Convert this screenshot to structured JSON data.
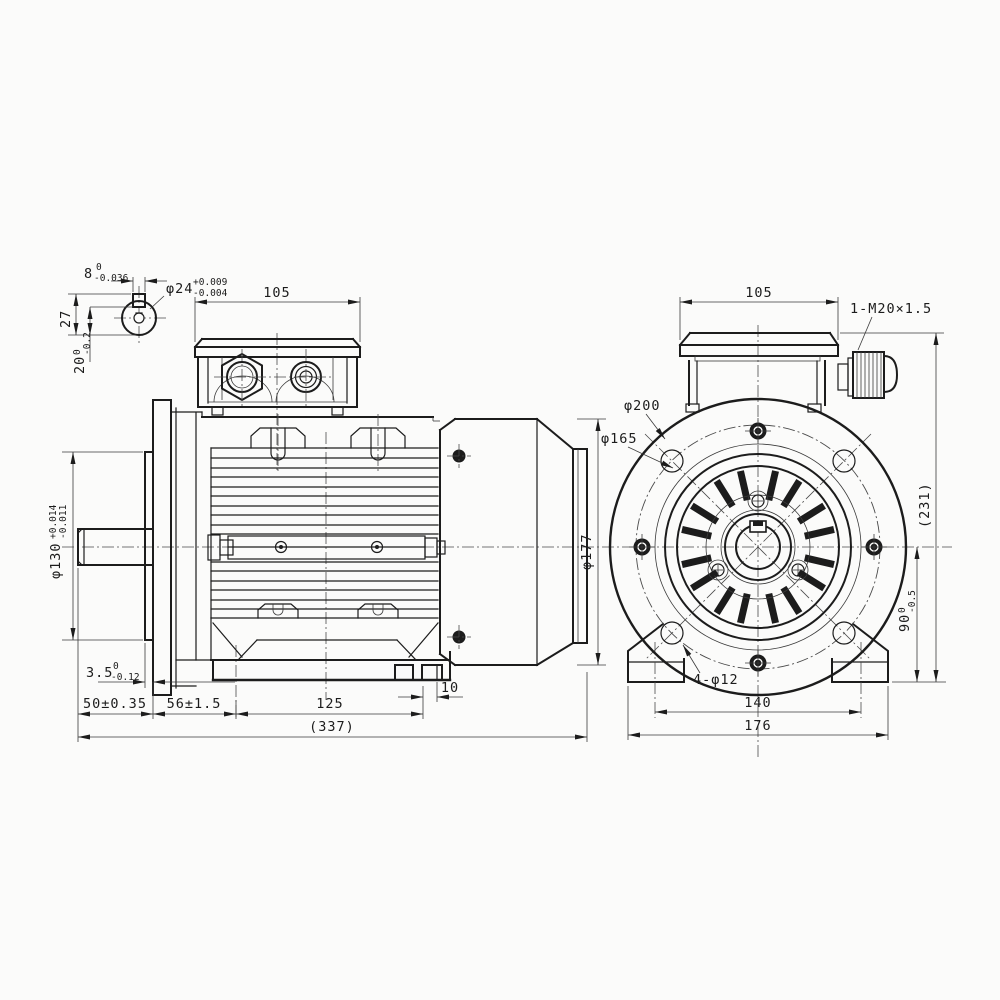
{
  "drawing": {
    "background": "#fbfbfa",
    "ink": "#1c1c1c",
    "shaft_section": {
      "key_width": {
        "v": "8",
        "hi": "0",
        "lo": "-0.036"
      },
      "height": "27",
      "shaft_dia": {
        "v": "φ24",
        "hi": "+0.009",
        "lo": "-0.004"
      },
      "key_depth": {
        "v": "20",
        "hi": "0",
        "lo": "-0.2"
      }
    },
    "side_view": {
      "box_width": "105",
      "spigot_dia": {
        "v": "φ130",
        "hi": "+0.014",
        "lo": "-0.011"
      },
      "cowl_dia": "φ177",
      "spigot_len": {
        "v": "3.5",
        "hi": "0",
        "lo": "-0.12"
      },
      "shaft_len": "50±0.35",
      "flange_to_foot": "56±1.5",
      "foot_span": "125",
      "foot_slot": "10",
      "overall_len": "(337)"
    },
    "front_view": {
      "box_width": "105",
      "cable_gland": "1-M20×1.5",
      "flange_od": "φ200",
      "bolt_circle": "φ165",
      "flange_holes": "4-φ12",
      "overall_height": "(231)",
      "shaft_height": {
        "v": "90",
        "hi": "0",
        "lo": "-0.5"
      },
      "foot_hole_span": "140",
      "foot_width": "176"
    }
  }
}
